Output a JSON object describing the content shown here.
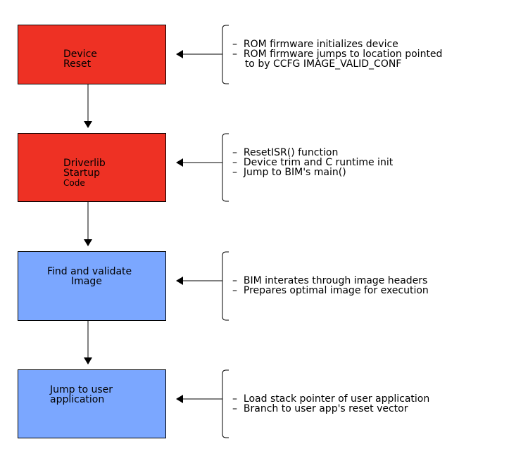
{
  "colors": {
    "red_stage": "#ee3124",
    "blue_stage": "#7ba7ff",
    "stroke": "#000000"
  },
  "stages": [
    {
      "label_lines": [
        "Device",
        "Reset"
      ],
      "color": "red",
      "notes": [
        "ROM firmware initializes device",
        "ROM firmware jumps to location pointed",
        "to by CCFG IMAGE_VALID_CONF"
      ]
    },
    {
      "label_lines": [
        "Driverlib",
        "Startup",
        "Code"
      ],
      "color": "red",
      "notes": [
        "ResetISR() function",
        "Device trim and C runtime init",
        "Jump to BIM's main()"
      ]
    },
    {
      "label_lines": [
        "Find and validate",
        "Image"
      ],
      "color": "blue",
      "notes": [
        "BIM interates through image headers",
        "Prepares optimal image for execution"
      ]
    },
    {
      "label_lines": [
        "Jump to user",
        "application"
      ],
      "color": "blue",
      "notes": [
        "Load stack pointer of user application",
        "Branch to user app's reset vector"
      ]
    }
  ]
}
